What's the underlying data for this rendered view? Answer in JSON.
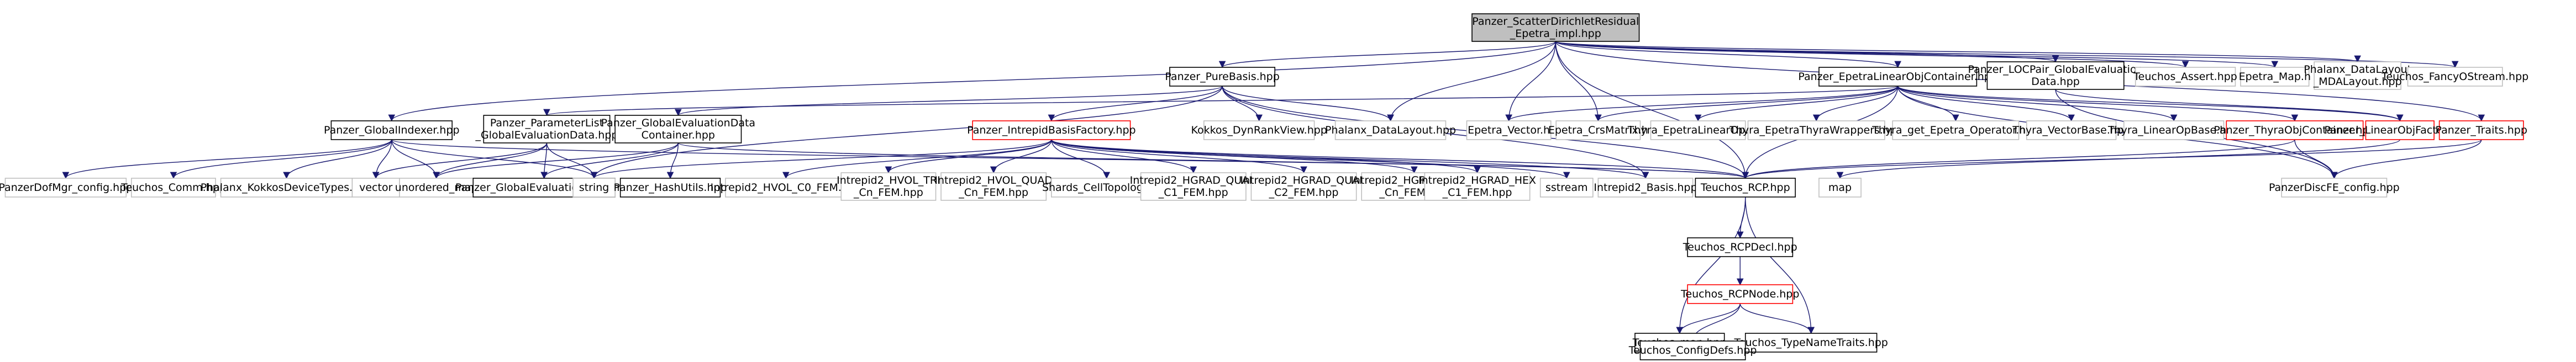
{
  "graph": {
    "nodes": [
      {
        "id": "root",
        "lines": [
          "Panzer_ScatterDirichletResidual",
          "_Epetra_impl.hpp"
        ],
        "kind": "root"
      },
      {
        "id": "purebasis",
        "lines": [
          "Panzer_PureBasis.hpp"
        ],
        "kind": "doc"
      },
      {
        "id": "epetralinobj",
        "lines": [
          "Panzer_EpetraLinearObjContainer.hpp"
        ],
        "kind": "doc"
      },
      {
        "id": "locpair",
        "lines": [
          "Panzer_LOCPair_GlobalEvaluation",
          "Data.hpp"
        ],
        "kind": "doc"
      },
      {
        "id": "teuchos_assert",
        "lines": [
          "Teuchos_Assert.hpp"
        ],
        "kind": "sys"
      },
      {
        "id": "epetra_map",
        "lines": [
          "Epetra_Map.h"
        ],
        "kind": "sys"
      },
      {
        "id": "phalanx_mdalayout",
        "lines": [
          "Phalanx_DataLayout",
          "_MDALayout.hpp"
        ],
        "kind": "sys"
      },
      {
        "id": "fancyostream",
        "lines": [
          "Teuchos_FancyOStream.hpp"
        ],
        "kind": "sys"
      },
      {
        "id": "globalindexer",
        "lines": [
          "Panzer_GlobalIndexer.hpp"
        ],
        "kind": "doc"
      },
      {
        "id": "paramlist",
        "lines": [
          "Panzer_ParameterList",
          "_GlobalEvaluationData.hpp"
        ],
        "kind": "doc"
      },
      {
        "id": "globevalcontainer",
        "lines": [
          "Panzer_GlobalEvaluationData",
          "Container.hpp"
        ],
        "kind": "doc"
      },
      {
        "id": "intrepidbasisfactory",
        "lines": [
          "Panzer_IntrepidBasisFactory.hpp"
        ],
        "kind": "red"
      },
      {
        "id": "kokkos_dynrank",
        "lines": [
          "Kokkos_DynRankView.hpp"
        ],
        "kind": "sys"
      },
      {
        "id": "phalanx_datalayout",
        "lines": [
          "Phalanx_DataLayout.hpp"
        ],
        "kind": "sys"
      },
      {
        "id": "epetra_vector",
        "lines": [
          "Epetra_Vector.h"
        ],
        "kind": "sys"
      },
      {
        "id": "epetra_crsmatrix",
        "lines": [
          "Epetra_CrsMatrix.h"
        ],
        "kind": "sys"
      },
      {
        "id": "thyra_epetralinop",
        "lines": [
          "Thyra_EpetraLinearOp.hpp"
        ],
        "kind": "sys"
      },
      {
        "id": "thyra_epetrathyra",
        "lines": [
          "Thyra_EpetraThyraWrappers.hpp"
        ],
        "kind": "sys"
      },
      {
        "id": "thyra_get_epetra",
        "lines": [
          "Thyra_get_Epetra_Operator.hpp"
        ],
        "kind": "sys"
      },
      {
        "id": "thyra_vectorbase",
        "lines": [
          "Thyra_VectorBase.hpp"
        ],
        "kind": "sys"
      },
      {
        "id": "thyra_linearopbase",
        "lines": [
          "Thyra_LinearOpBase.hpp"
        ],
        "kind": "sys"
      },
      {
        "id": "thyraobjcontainer",
        "lines": [
          "Panzer_ThyraObjContainer.hpp"
        ],
        "kind": "red"
      },
      {
        "id": "linearobjfactory",
        "lines": [
          "Panzer_LinearObjFactory.hpp"
        ],
        "kind": "red"
      },
      {
        "id": "traits",
        "lines": [
          "Panzer_Traits.hpp"
        ],
        "kind": "red"
      },
      {
        "id": "dofmgr_config",
        "lines": [
          "PanzerDofMgr_config.hpp"
        ],
        "kind": "sys"
      },
      {
        "id": "teuchos_comm",
        "lines": [
          "Teuchos_Comm.hpp"
        ],
        "kind": "sys"
      },
      {
        "id": "phalanx_kokkos",
        "lines": [
          "Phalanx_KokkosDeviceTypes.hpp"
        ],
        "kind": "sys"
      },
      {
        "id": "vector",
        "lines": [
          "vector"
        ],
        "kind": "sys"
      },
      {
        "id": "unordered_map",
        "lines": [
          "unordered_map"
        ],
        "kind": "sys"
      },
      {
        "id": "globalevaldata",
        "lines": [
          "Panzer_GlobalEvaluationData.hpp"
        ],
        "kind": "doc"
      },
      {
        "id": "string",
        "lines": [
          "string"
        ],
        "kind": "sys"
      },
      {
        "id": "hashutils",
        "lines": [
          "Panzer_HashUtils.hpp"
        ],
        "kind": "doc"
      },
      {
        "id": "hvol_c0",
        "lines": [
          "Intrepid2_HVOL_C0_FEM.hpp"
        ],
        "kind": "sys"
      },
      {
        "id": "hvol_tri",
        "lines": [
          "Intrepid2_HVOL_TRI",
          "_Cn_FEM.hpp"
        ],
        "kind": "sys"
      },
      {
        "id": "hvol_quad",
        "lines": [
          "Intrepid2_HVOL_QUAD",
          "_Cn_FEM.hpp"
        ],
        "kind": "sys"
      },
      {
        "id": "shards",
        "lines": [
          "Shards_CellTopology.hpp"
        ],
        "kind": "sys"
      },
      {
        "id": "hgrad_quad_c1",
        "lines": [
          "Intrepid2_HGRAD_QUAD",
          "_C1_FEM.hpp"
        ],
        "kind": "sys"
      },
      {
        "id": "hgrad_quad_c2",
        "lines": [
          "Intrepid2_HGRAD_QUAD",
          "_C2_FEM.hpp"
        ],
        "kind": "sys"
      },
      {
        "id": "hgrad_quad_cn",
        "lines": [
          "Intrepid2_HGRAD_QUAD",
          "_Cn_FEM.hpp"
        ],
        "kind": "sys"
      },
      {
        "id": "hgrad_hex_c1",
        "lines": [
          "Intrepid2_HGRAD_HEX",
          "_C1_FEM.hpp"
        ],
        "kind": "sys"
      },
      {
        "id": "sstream",
        "lines": [
          "sstream"
        ],
        "kind": "sys"
      },
      {
        "id": "intrepid2_basis",
        "lines": [
          "Intrepid2_Basis.hpp"
        ],
        "kind": "sys"
      },
      {
        "id": "teuchos_rcp",
        "lines": [
          "Teuchos_RCP.hpp"
        ],
        "kind": "doc"
      },
      {
        "id": "map",
        "lines": [
          "map"
        ],
        "kind": "sys"
      },
      {
        "id": "panzerdiscfe",
        "lines": [
          "PanzerDiscFE_config.hpp"
        ],
        "kind": "sys"
      },
      {
        "id": "rcpdecl",
        "lines": [
          "Teuchos_RCPDecl.hpp"
        ],
        "kind": "doc"
      },
      {
        "id": "rcpnode",
        "lines": [
          "Teuchos_RCPNode.hpp"
        ],
        "kind": "red"
      },
      {
        "id": "teuchos_map",
        "lines": [
          "Teuchos_map.hpp"
        ],
        "kind": "doc"
      },
      {
        "id": "typenametraits",
        "lines": [
          "Teuchos_TypeNameTraits.hpp"
        ],
        "kind": "doc"
      },
      {
        "id": "configdefs",
        "lines": [
          "Teuchos_ConfigDefs.hpp"
        ],
        "kind": "doc"
      }
    ],
    "edges": [
      [
        "root",
        "purebasis"
      ],
      [
        "root",
        "epetralinobj"
      ],
      [
        "root",
        "locpair"
      ],
      [
        "root",
        "teuchos_assert"
      ],
      [
        "root",
        "epetra_map"
      ],
      [
        "root",
        "phalanx_mdalayout"
      ],
      [
        "root",
        "fancyostream"
      ],
      [
        "root",
        "globalindexer"
      ],
      [
        "root",
        "phalanx_datalayout"
      ],
      [
        "root",
        "epetra_vector"
      ],
      [
        "root",
        "epetra_crsmatrix"
      ],
      [
        "root",
        "teuchos_rcp"
      ],
      [
        "root",
        "traits"
      ],
      [
        "purebasis",
        "intrepidbasisfactory"
      ],
      [
        "purebasis",
        "kokkos_dynrank"
      ],
      [
        "purebasis",
        "phalanx_datalayout"
      ],
      [
        "purebasis",
        "string"
      ],
      [
        "purebasis",
        "teuchos_rcp"
      ],
      [
        "purebasis",
        "intrepid2_basis"
      ],
      [
        "purebasis",
        "globevalcontainer"
      ],
      [
        "epetralinobj",
        "epetra_vector"
      ],
      [
        "epetralinobj",
        "epetra_crsmatrix"
      ],
      [
        "epetralinobj",
        "thyra_epetralinop"
      ],
      [
        "epetralinobj",
        "thyra_epetrathyra"
      ],
      [
        "epetralinobj",
        "thyra_get_epetra"
      ],
      [
        "epetralinobj",
        "thyra_vectorbase"
      ],
      [
        "epetralinobj",
        "thyra_linearopbase"
      ],
      [
        "epetralinobj",
        "thyraobjcontainer"
      ],
      [
        "epetralinobj",
        "linearobjfactory"
      ],
      [
        "epetralinobj",
        "panzerdiscfe"
      ],
      [
        "epetralinobj",
        "teuchos_rcp"
      ],
      [
        "epetralinobj",
        "paramlist"
      ],
      [
        "locpair",
        "linearobjfactory"
      ],
      [
        "locpair",
        "panzerdiscfe"
      ],
      [
        "globalindexer",
        "dofmgr_config"
      ],
      [
        "globalindexer",
        "teuchos_comm"
      ],
      [
        "globalindexer",
        "phalanx_kokkos"
      ],
      [
        "globalindexer",
        "vector"
      ],
      [
        "globalindexer",
        "unordered_map"
      ],
      [
        "globalindexer",
        "string"
      ],
      [
        "globalindexer",
        "teuchos_rcp"
      ],
      [
        "paramlist",
        "globalevaldata"
      ],
      [
        "paramlist",
        "string"
      ],
      [
        "paramlist",
        "vector"
      ],
      [
        "paramlist",
        "unordered_map"
      ],
      [
        "globevalcontainer",
        "globalevaldata"
      ],
      [
        "globevalcontainer",
        "hashutils"
      ],
      [
        "globevalcontainer",
        "unordered_map"
      ],
      [
        "globevalcontainer",
        "teuchos_rcp"
      ],
      [
        "intrepidbasisfactory",
        "hvol_c0"
      ],
      [
        "intrepidbasisfactory",
        "hvol_tri"
      ],
      [
        "intrepidbasisfactory",
        "hvol_quad"
      ],
      [
        "intrepidbasisfactory",
        "shards"
      ],
      [
        "intrepidbasisfactory",
        "hgrad_quad_c1"
      ],
      [
        "intrepidbasisfactory",
        "hgrad_quad_c2"
      ],
      [
        "intrepidbasisfactory",
        "hgrad_quad_cn"
      ],
      [
        "intrepidbasisfactory",
        "hgrad_hex_c1"
      ],
      [
        "intrepidbasisfactory",
        "sstream"
      ],
      [
        "intrepidbasisfactory",
        "intrepid2_basis"
      ],
      [
        "intrepidbasisfactory",
        "teuchos_rcp"
      ],
      [
        "intrepidbasisfactory",
        "string"
      ],
      [
        "thyraobjcontainer",
        "teuchos_rcp"
      ],
      [
        "thyraobjcontainer",
        "panzerdiscfe"
      ],
      [
        "traits",
        "teuchos_rcp"
      ],
      [
        "traits",
        "panzerdiscfe"
      ],
      [
        "linearobjfactory",
        "map"
      ],
      [
        "teuchos_rcp",
        "rcpdecl"
      ],
      [
        "teuchos_rcp",
        "teuchos_map"
      ],
      [
        "teuchos_rcp",
        "typenametraits"
      ],
      [
        "rcpdecl",
        "rcpnode"
      ],
      [
        "rcpnode",
        "teuchos_map"
      ],
      [
        "rcpnode",
        "typenametraits"
      ],
      [
        "rcpnode",
        "configdefs"
      ],
      [
        "teuchos_map",
        "configdefs"
      ]
    ]
  },
  "colors": {
    "root_fill": "#bfbfbf",
    "sys_border": "#bfbfbf",
    "doc_border": "#000000",
    "red_border": "#ff0000",
    "edge": "#191970",
    "text": "#000000"
  }
}
